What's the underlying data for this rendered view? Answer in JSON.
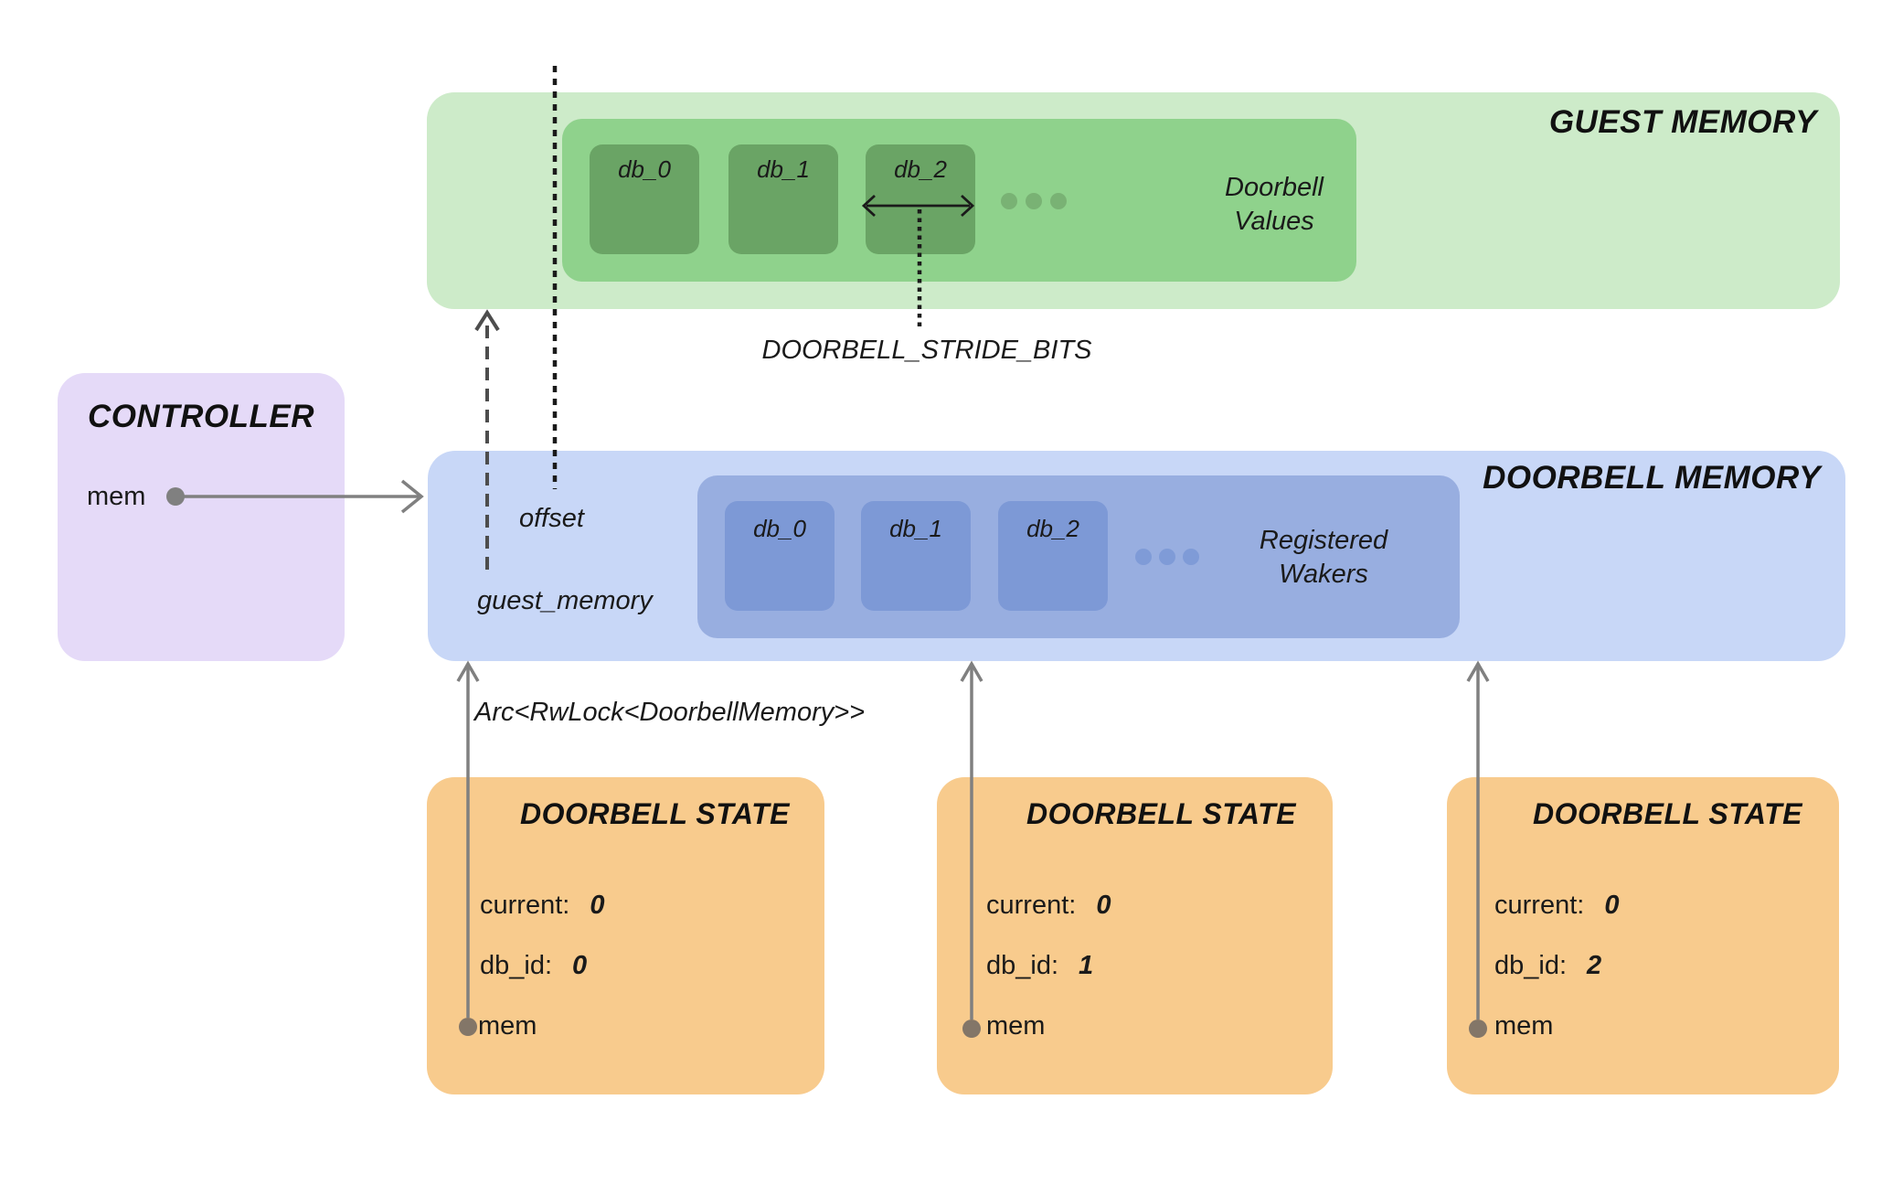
{
  "colors": {
    "guest_box_bg": "#cdebc9",
    "guest_inner_bg": "#8fd28c",
    "guest_cell_bg": "#6aa465",
    "guest_ellipsis": "#79b274",
    "doorbell_box_bg": "#c8d7f7",
    "doorbell_inner_bg": "#98aee0",
    "doorbell_cell_bg": "#7d99d6",
    "doorbell_ellipsis": "#7f9bd7",
    "controller_bg": "#e5daf8",
    "state_bg": "#f8cb8d",
    "line_gray": "#808080",
    "dashed_line_gray": "#4d4d4d",
    "line_black": "#1a1a1a"
  },
  "icons": {
    "ellipsis_icon": "•••",
    "up_arrow_icon": "↑",
    "right_arrow_icon": "→",
    "double_arrow_icon": "↔",
    "pointer_dot_icon": "●"
  },
  "guest_memory": {
    "title": "GUEST MEMORY",
    "cells": [
      "db_0",
      "db_1",
      "db_2"
    ],
    "values_label": [
      "Doorbell",
      "Values"
    ]
  },
  "doorbell_memory": {
    "title": "DOORBELL MEMORY",
    "cells": [
      "db_0",
      "db_1",
      "db_2"
    ],
    "wakers_label": [
      "Registered",
      "Wakers"
    ],
    "offset_label": "offset",
    "guest_memory_label": "guest_memory"
  },
  "controller": {
    "title": "CONTROLLER",
    "mem_label": "mem"
  },
  "annotations": {
    "stride_label": "DOORBELL_STRIDE_BITS",
    "arc_label": "Arc<RwLock<DoorbellMemory>>"
  },
  "doorbell_states": [
    {
      "title": "DOORBELL STATE",
      "current_label": "current:",
      "current_value": "0",
      "db_id_label": "db_id:",
      "db_id_value": "0",
      "mem_label": "mem"
    },
    {
      "title": "DOORBELL STATE",
      "current_label": "current:",
      "current_value": "0",
      "db_id_label": "db_id:",
      "db_id_value": "1",
      "mem_label": "mem"
    },
    {
      "title": "DOORBELL STATE",
      "current_label": "current:",
      "current_value": "0",
      "db_id_label": "db_id:",
      "db_id_value": "2",
      "mem_label": "mem"
    }
  ]
}
